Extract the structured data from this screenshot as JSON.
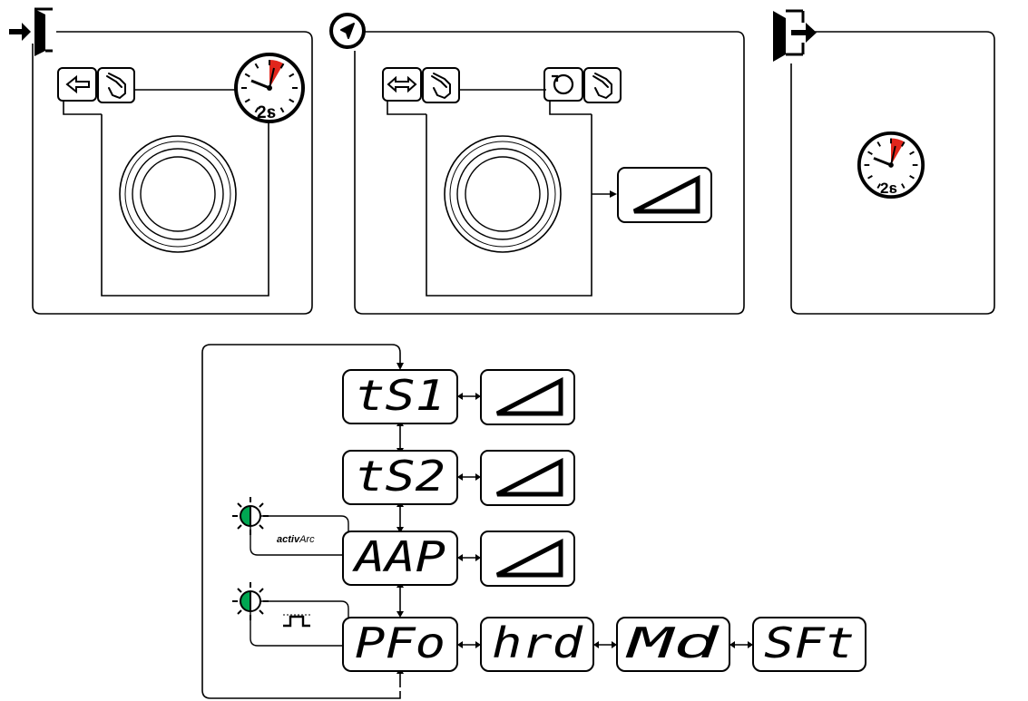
{
  "panels": {
    "enter": {
      "icon": "enter-door-icon",
      "timer_label": "2s"
    },
    "navigate": {
      "icon": "navigate-arrow-icon"
    },
    "exit": {
      "icon": "exit-door-icon",
      "timer_label": "2s"
    }
  },
  "menu": {
    "brand_prefix": "activ",
    "brand_suffix": "Arc",
    "displays": [
      {
        "id": "ts1",
        "text": "tS1"
      },
      {
        "id": "ts2",
        "text": "tS2"
      },
      {
        "id": "aap",
        "text": "AAP"
      },
      {
        "id": "pfo",
        "text": "PFo"
      },
      {
        "id": "hrd",
        "text": "hrd"
      },
      {
        "id": "md",
        "text": "Md"
      },
      {
        "id": "sft",
        "text": "SFt"
      }
    ]
  },
  "colors": {
    "line": "#000000",
    "accent_red": "#e1261c",
    "led_green": "#00a651"
  }
}
